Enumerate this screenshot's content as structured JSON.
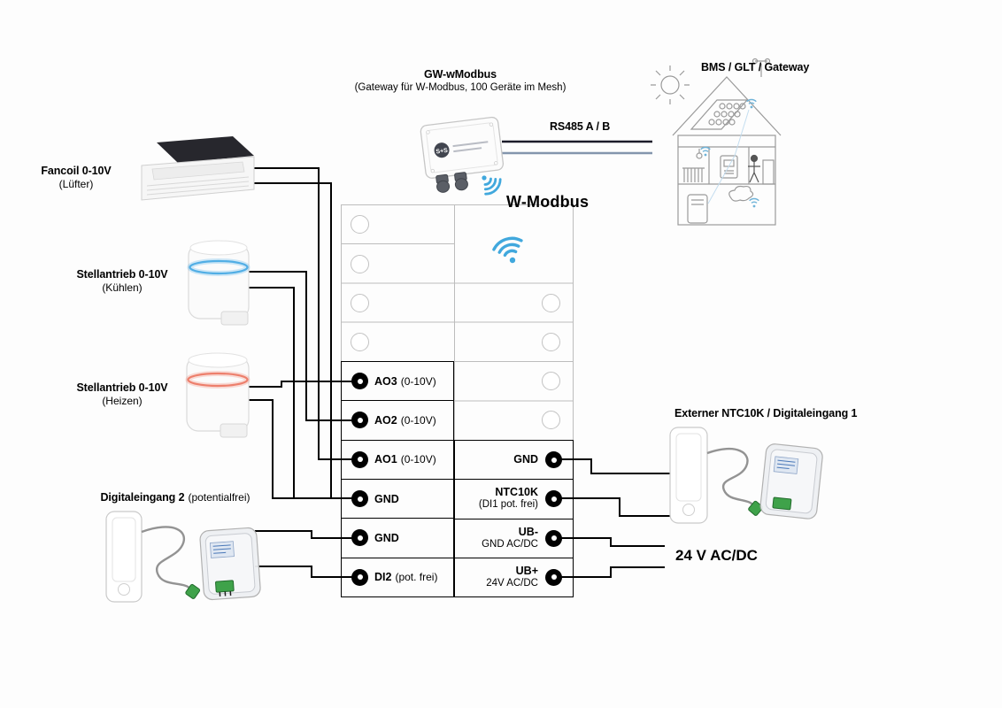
{
  "diagram": {
    "gateway": {
      "title": "GW-wModbus",
      "subtitle": "(Gateway für W-Modbus, 100 Geräte im Mesh)",
      "logo": "S+S"
    },
    "bms_label": "BMS / GLT / Gateway",
    "rs485_label": "RS485 A / B",
    "wmodbus_label": "W-Modbus",
    "power_label": "24 V AC/DC"
  },
  "devices": {
    "fancoil": {
      "title": "Fancoil 0-10V",
      "subtitle": "(Lüfter)"
    },
    "actuator_cool": {
      "title": "Stellantrieb 0-10V",
      "subtitle": "(Kühlen)"
    },
    "actuator_heat": {
      "title": "Stellantrieb 0-10V",
      "subtitle": "(Heizen)"
    },
    "digital_input2": {
      "title": "Digitaleingang 2",
      "subtitle": "(potentialfrei)"
    },
    "external_ntc": {
      "title": "Externer NTC10K / Digitaleingang 1"
    }
  },
  "terminal_block": {
    "left": [
      {
        "name": "AO3",
        "detail": "(0-10V)"
      },
      {
        "name": "AO2",
        "detail": "(0-10V)"
      },
      {
        "name": "AO1",
        "detail": "(0-10V)"
      },
      {
        "name": "GND",
        "detail": ""
      },
      {
        "name": "GND",
        "detail": ""
      },
      {
        "name": "DI2",
        "detail": "(pot. frei)"
      }
    ],
    "right": [
      {
        "name": "GND",
        "detail": ""
      },
      {
        "name": "NTC10K",
        "detail": "(DI1 pot. frei)"
      },
      {
        "name": "UB-",
        "detail": "GND AC/DC"
      },
      {
        "name": "UB+",
        "detail": "24V AC/DC"
      }
    ]
  },
  "colors": {
    "wire": "#000000",
    "wifi_blue": "#41a8dd",
    "rs485_a": "#1c1c2a",
    "rs485_b": "#8395ad",
    "accent_cool": "#4aabe4",
    "accent_heat": "#ec7a66"
  }
}
